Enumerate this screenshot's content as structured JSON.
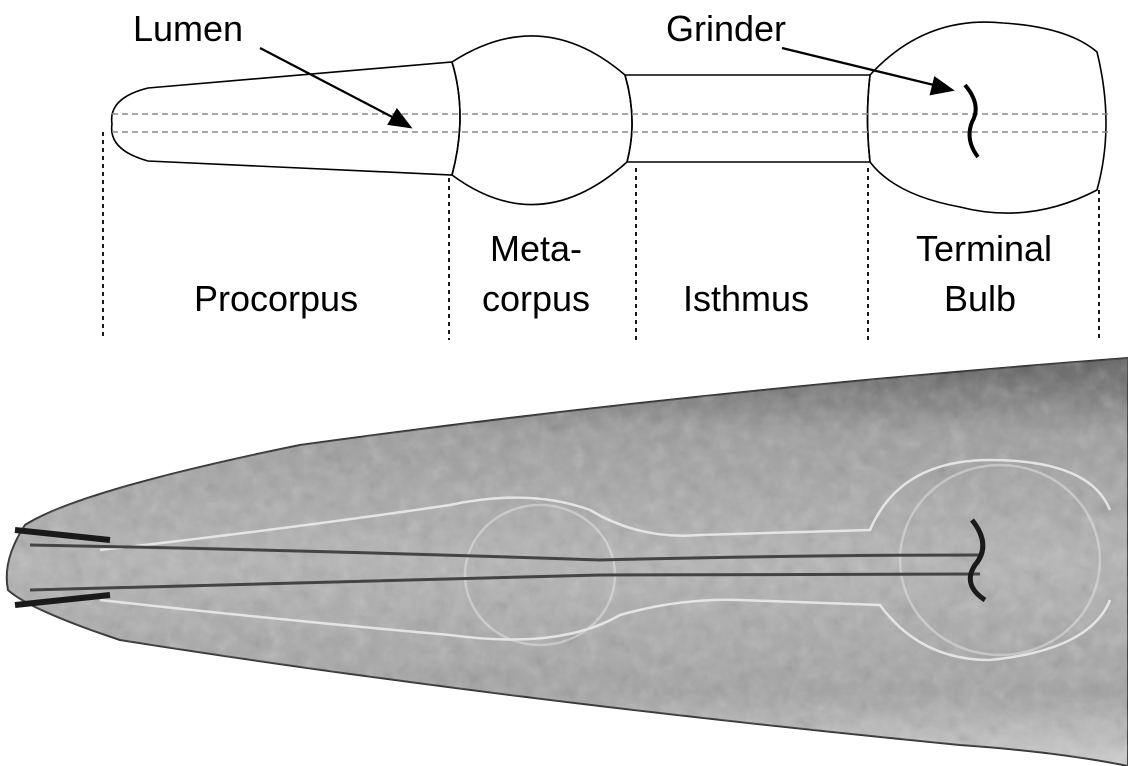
{
  "labels": {
    "lumen": "Lumen",
    "grinder": "Grinder",
    "procorpus": "Procorpus",
    "metacorpus_line1": "Meta-",
    "metacorpus_line2": "corpus",
    "isthmus": "Isthmus",
    "terminal_bulb_line1": "Terminal",
    "terminal_bulb_line2": "Bulb"
  },
  "colors": {
    "outline": "#000000",
    "lumen_dash": "#8a8a8a",
    "micrograph_tone": "#9a9a9a"
  }
}
